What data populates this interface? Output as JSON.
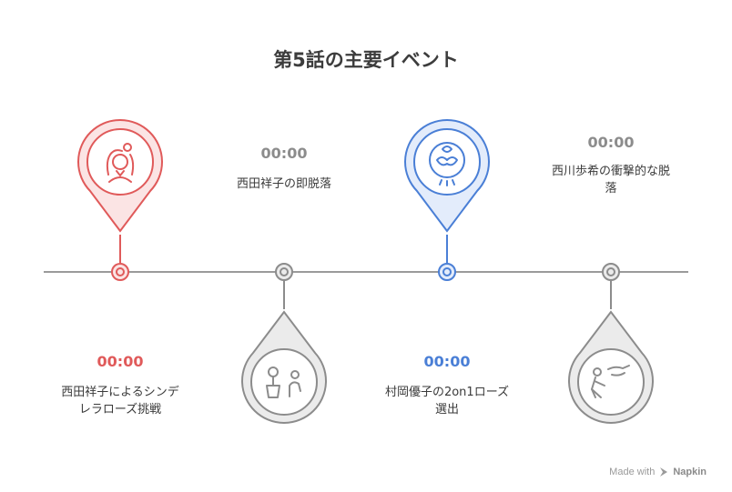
{
  "title": "第5話の主要イベント",
  "events": [
    {
      "time": "00:00",
      "label_lines": [
        "西田祥子によるシンデ",
        "レラローズ挑戦"
      ],
      "color": "#e05a5a",
      "icon": "woman-with-flower-icon"
    },
    {
      "time": "00:00",
      "label_lines": [
        "西田祥子の即脱落"
      ],
      "color": "#8c8c8c",
      "icon": "person-with-flower-icon"
    },
    {
      "time": "00:00",
      "label_lines": [
        "村岡優子の2on1ローズ",
        "選出"
      ],
      "color": "#4a7fd6",
      "icon": "rose-badge-icon"
    },
    {
      "time": "00:00",
      "label_lines": [
        "西川歩希の衝撃的な脱",
        "落"
      ],
      "color": "#8c8c8c",
      "icon": "person-falling-icon"
    }
  ],
  "footer": {
    "prefix": "Made with",
    "brand": "Napkin"
  }
}
